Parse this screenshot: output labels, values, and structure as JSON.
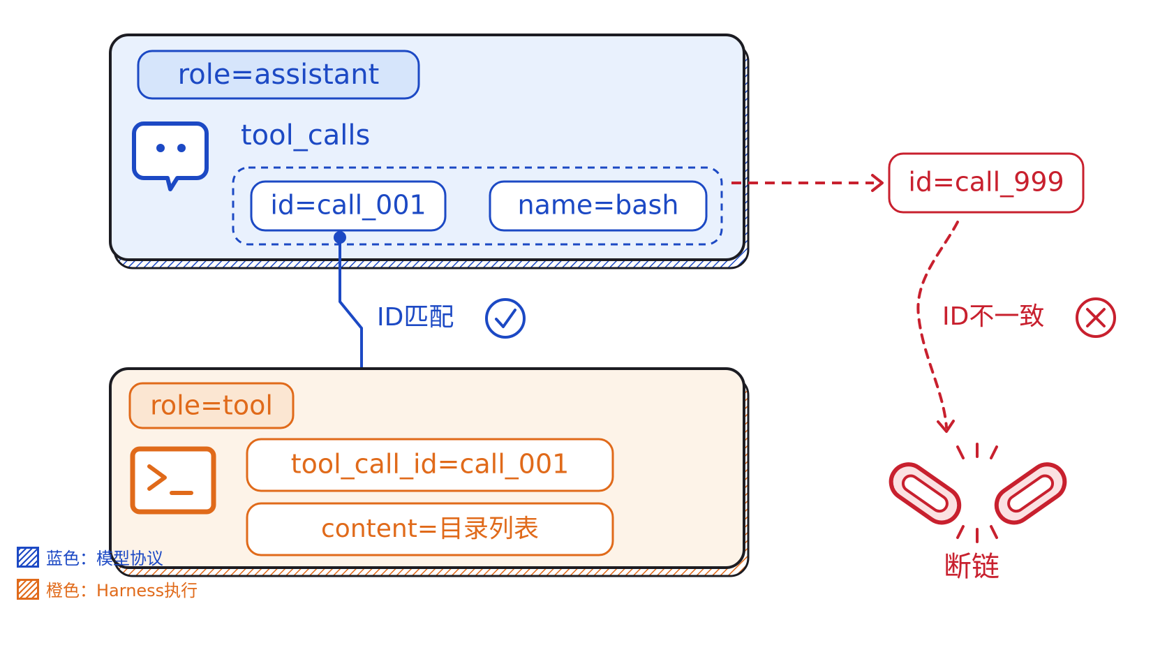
{
  "assistant_box": {
    "role_label": "role=assistant",
    "tool_calls_label": "tool_calls",
    "id_label": "id=call_001",
    "name_label": "name=bash"
  },
  "match_link": {
    "label": "ID匹配"
  },
  "tool_box": {
    "role_label": "role=tool",
    "tool_call_id_label": "tool_call_id=call_001",
    "content_label": "content=目录列表"
  },
  "mismatch": {
    "id_label": "id=call_999",
    "label": "ID不一致",
    "broken_label": "断链"
  },
  "legend": {
    "blue_label": "蓝色：模型协议",
    "orange_label": "橙色：Harness执行"
  },
  "colors": {
    "blue": "#1c49c4",
    "blue_fill": "#e9f1fd",
    "orange": "#e06a1a",
    "orange_fill": "#fdf3e8",
    "red": "#c8202e",
    "dark": "#1c1c22"
  }
}
